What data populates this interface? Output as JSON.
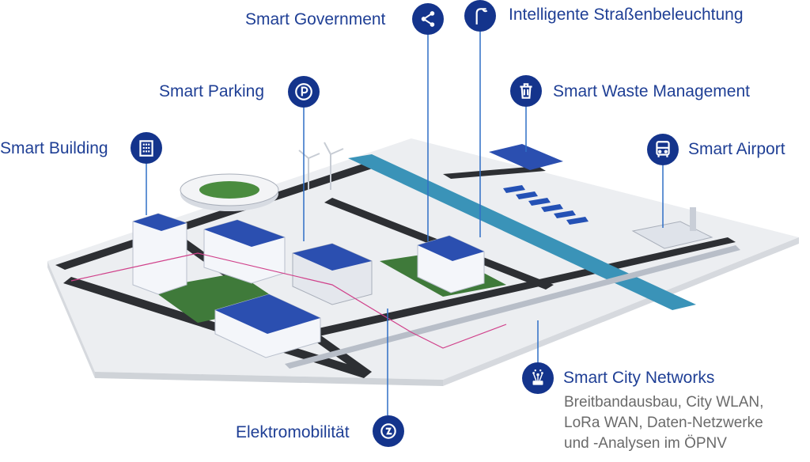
{
  "colors": {
    "brand": "#1f3f95",
    "badge": "#14348c",
    "leader": "#2f6fc6",
    "water": "#3a93b8",
    "roof": "#2b4fb0",
    "ground": "#e9ebee"
  },
  "callouts": [
    {
      "id": "smart-government",
      "label": "Smart Government",
      "icon": "share-icon"
    },
    {
      "id": "street-lighting",
      "label": "Intelligente Straßenbeleuchtung",
      "icon": "street-lamp-icon"
    },
    {
      "id": "smart-parking",
      "label": "Smart Parking",
      "icon": "parking-icon"
    },
    {
      "id": "smart-waste",
      "label": "Smart Waste Management",
      "icon": "trash-icon"
    },
    {
      "id": "smart-building",
      "label": "Smart Building",
      "icon": "building-icon"
    },
    {
      "id": "smart-airport",
      "label": "Smart Airport",
      "icon": "bus-icon"
    },
    {
      "id": "smart-city-networks",
      "label": "Smart City Networks",
      "icon": "network-icon"
    },
    {
      "id": "elektromobilitaet",
      "label": "Elektromobilität",
      "icon": "ev-charging-icon"
    }
  ],
  "networks_description": [
    "Breitbandausbau, City WLAN,",
    "LoRa WAN, Daten-Netzwerke",
    "und -Analysen im ÖPNV"
  ]
}
